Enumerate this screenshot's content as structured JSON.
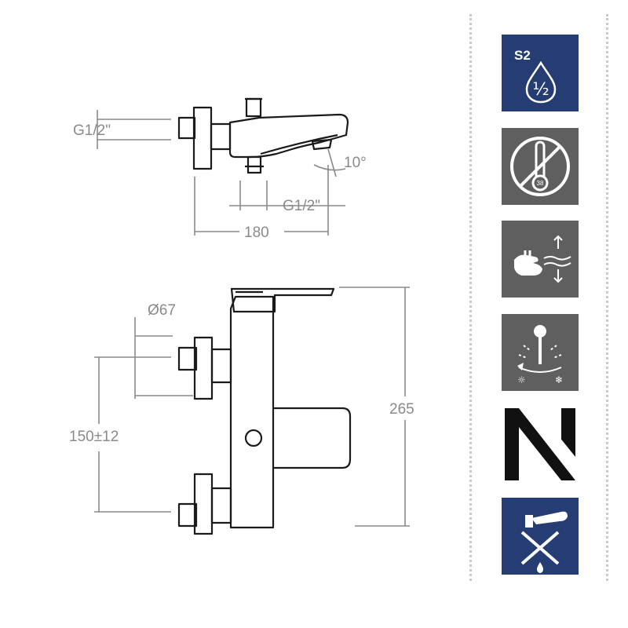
{
  "dimensions": {
    "thread_top": "G1/2\"",
    "thread_bottom": "G1/2\"",
    "angle": "10°",
    "width": "180",
    "diameter": "Ø67",
    "centers": "150±12",
    "height": "265"
  },
  "icons": [
    {
      "name": "s2-half-inch-icon",
      "label": "S2",
      "fraction": "½",
      "bg": "#263d73"
    },
    {
      "name": "no-thermostat-icon",
      "value": "38",
      "bg": "#5f5f5f"
    },
    {
      "name": "hand-flow-icon",
      "bg": "#5f5f5f"
    },
    {
      "name": "hot-cold-shower-icon",
      "bg": "#5f5f5f"
    },
    {
      "name": "n-brand-logo",
      "bg": "#ffffff"
    },
    {
      "name": "no-drip-spout-icon",
      "bg": "#263d73"
    }
  ]
}
